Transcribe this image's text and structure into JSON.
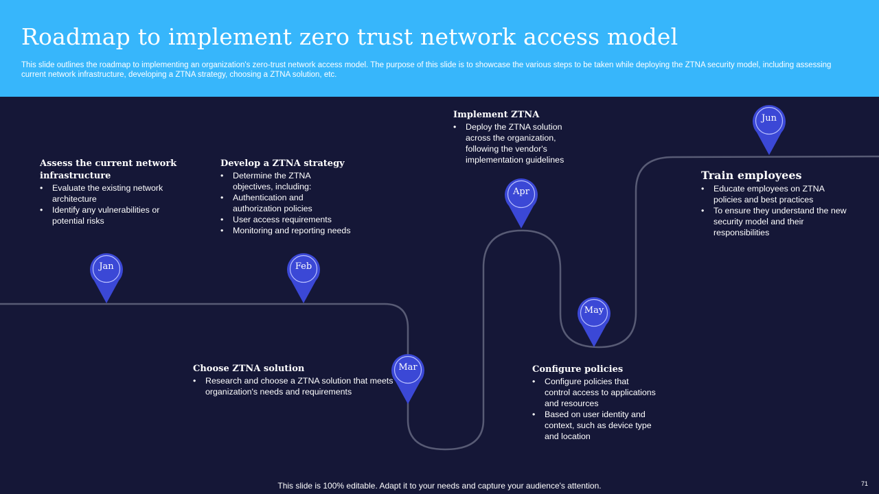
{
  "header": {
    "title": "Roadmap to implement zero trust network access model",
    "subtitle": "This slide outlines the roadmap to implementing an organization's zero-trust network access model. The purpose of this slide is to showcase the various steps to be taken while deploying the ZTNA security model, including assessing current network infrastructure, developing a ZTNA strategy, choosing a ZTNA solution, etc."
  },
  "milestones": [
    {
      "month": "Jan",
      "heading": "Assess the current network infrastructure",
      "bullets": [
        "Evaluate the existing network architecture",
        "Identify any vulnerabilities or potential risks"
      ]
    },
    {
      "month": "Feb",
      "heading": "Develop a ZTNA strategy",
      "bullets": [
        "Determine the ZTNA objectives, including:",
        "Authentication and authorization policies",
        "User access requirements",
        "Monitoring and reporting needs"
      ]
    },
    {
      "month": "Mar",
      "heading": "Choose ZTNA solution",
      "bullets": [
        "Research and choose a ZTNA solution that meets organization's needs and requirements"
      ]
    },
    {
      "month": "Apr",
      "heading": "Implement ZTNA",
      "bullets": [
        "Deploy the ZTNA solution across the organization, following the vendor's implementation guidelines"
      ]
    },
    {
      "month": "May",
      "heading": "Configure policies",
      "bullets": [
        "Configure policies that control access to applications and resources",
        "Based on user identity and context, such as device type and location"
      ]
    },
    {
      "month": "Jun",
      "heading": "Train employees",
      "bullets": [
        "Educate employees on ZTNA policies and best practices",
        "To ensure they understand the new security model and their responsibilities"
      ]
    }
  ],
  "footer": {
    "note": "This slide is 100% editable. Adapt it to your needs and capture your audience's attention.",
    "page_number": "71"
  },
  "colors": {
    "header_bg": "#37b6fb",
    "body_bg": "#151737",
    "pin_fill": "#3b48d6",
    "road": "#585b75"
  }
}
